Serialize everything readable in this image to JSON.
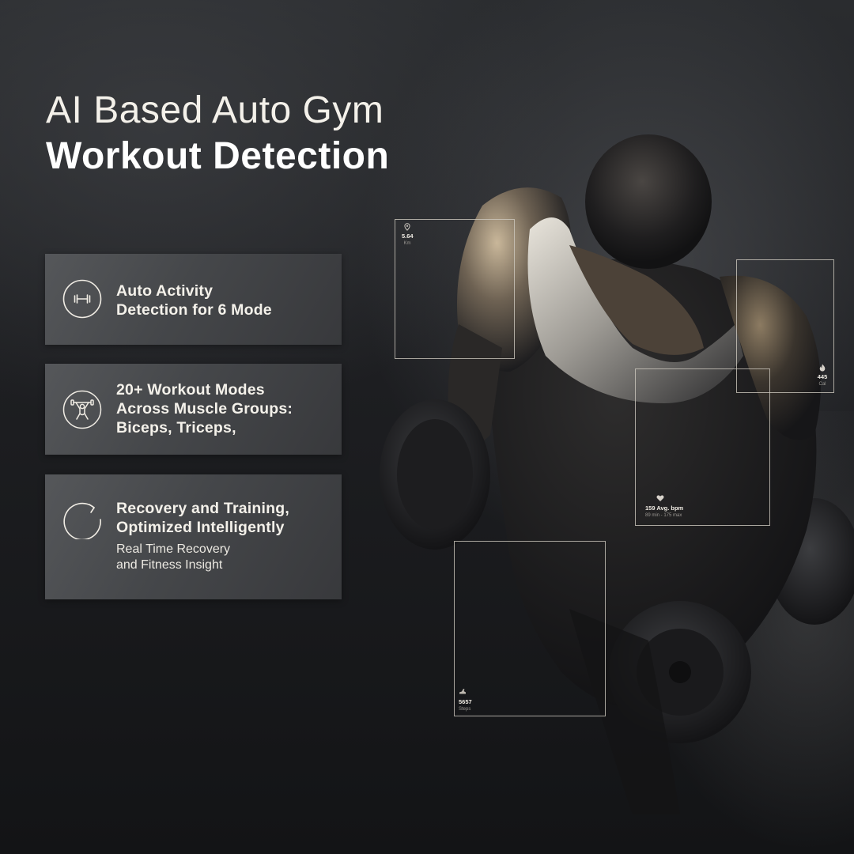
{
  "title": {
    "line1": "AI Based Auto Gym",
    "line2": "Workout Detection"
  },
  "features": [
    {
      "icon": "dumbbell-icon",
      "headline_lines": [
        "Auto Activity",
        "Detection for 6 Mode"
      ],
      "sub_lines": []
    },
    {
      "icon": "weightlifter-icon",
      "headline_lines": [
        "20+ Workout Modes",
        "Across Muscle Groups:",
        "Biceps, Triceps,"
      ],
      "sub_lines": []
    },
    {
      "icon": "refresh-cycle-icon",
      "headline_lines": [
        "Recovery and Training,",
        "Optimized Intelligently"
      ],
      "sub_lines": [
        "Real Time Recovery",
        "and Fitness Insight"
      ]
    }
  ],
  "metrics": {
    "distance": {
      "icon": "location-pin-icon",
      "value": "5.64",
      "unit": "Km"
    },
    "calories": {
      "icon": "flame-icon",
      "value": "445",
      "unit": "Cal"
    },
    "heart_rate": {
      "icon": "heart-icon",
      "value": "159 Avg. bpm",
      "unit": "89 min - 175 max"
    },
    "steps": {
      "icon": "shoe-icon",
      "value": "5657",
      "unit": "Steps"
    }
  },
  "colors": {
    "background_dark": "#141517",
    "card_gradient_start": "#55575a",
    "card_gradient_end": "#38393c",
    "text_primary": "#f4f1ea",
    "frame_stroke": "#cdc8be"
  }
}
